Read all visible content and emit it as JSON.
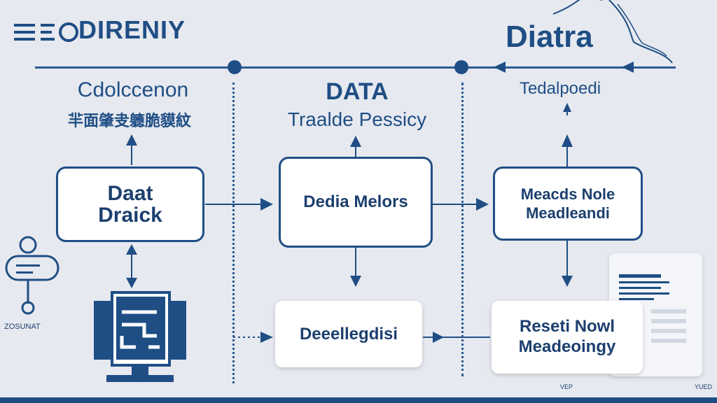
{
  "header": {
    "title": "DIRENIY",
    "brand": "Diatra"
  },
  "columns": [
    {
      "title_1": "Cdolccenon",
      "title_2": "羋面肇叏軈脆貘紋"
    },
    {
      "title_1": "DATA",
      "title_2": "Traalde Pessicy"
    },
    {
      "title_1": "Tedalpoedi",
      "title_2": ""
    }
  ],
  "boxes": {
    "left_top_line1": "Daat",
    "left_top_line2": "Draick",
    "mid_top": "Dedia Melors",
    "right_top_line1": "Meacds Nole",
    "right_top_line2": "Meadleandi",
    "mid_bottom": "Deeellegdisi",
    "right_bottom_line1": "Reseti Nowl",
    "right_bottom_line2": "Meadeoingy"
  },
  "side_label": "ZOSUNAT",
  "footer": {
    "left_tag": "VEP",
    "right_tag": "YUED"
  },
  "colors": {
    "primary": "#1f4e85",
    "background": "#e6e9ef",
    "box_fill": "#ffffff"
  },
  "icons": {
    "header": "menu-lines-icon",
    "left_figure": "user-figure-icon",
    "computer": "monitor-icon",
    "document": "document-list-icon"
  }
}
